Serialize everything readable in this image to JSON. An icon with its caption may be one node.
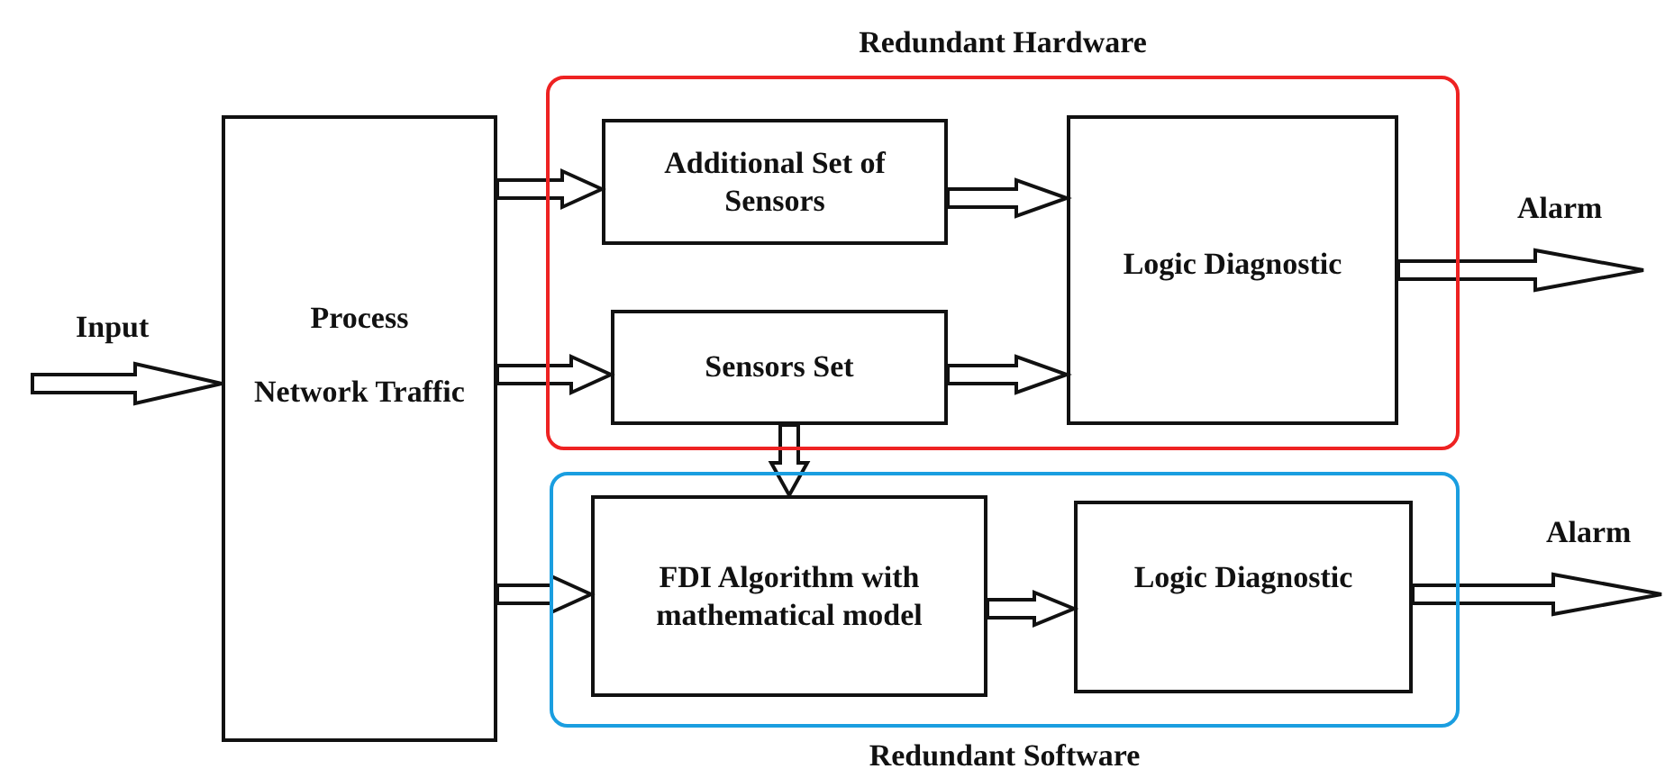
{
  "diagram": {
    "nodes": [
      {
        "text": [
          "Process",
          "Network Traffic"
        ]
      },
      {
        "text": [
          "Redundant Hardware"
        ]
      },
      {
        "text": [
          "Additional Set of Sensors"
        ],
        "in": 1
      },
      {
        "text": [
          "Sensors Set"
        ],
        "in": 1
      },
      {
        "text": [
          "Logic Diagnostic"
        ],
        "in": 1
      },
      {
        "text": [
          "Redundant Software"
        ]
      },
      {
        "text": [
          "FDI Algorithm with mathematical model"
        ],
        "in": 5
      },
      {
        "text": [
          "Logic Diagnostic"
        ],
        "in": 5
      }
    ],
    "edges": [
      {
        "from": null,
        "to": 0,
        "arrow": "to",
        "label": "Input"
      },
      {
        "from": 0,
        "to": 2,
        "arrow": "to"
      },
      {
        "from": 0,
        "to": 3,
        "arrow": "to"
      },
      {
        "from": 0,
        "to": 6,
        "arrow": "to"
      },
      {
        "from": 2,
        "to": 4,
        "arrow": "to"
      },
      {
        "from": 3,
        "to": 4,
        "arrow": "to"
      },
      {
        "from": 3,
        "to": 6,
        "arrow": "to"
      },
      {
        "from": 6,
        "to": 7,
        "arrow": "to"
      },
      {
        "from": 4,
        "to": null,
        "arrow": "to",
        "label": "Alarm"
      },
      {
        "from": 7,
        "to": null,
        "arrow": "to",
        "label": "Alarm"
      }
    ]
  }
}
